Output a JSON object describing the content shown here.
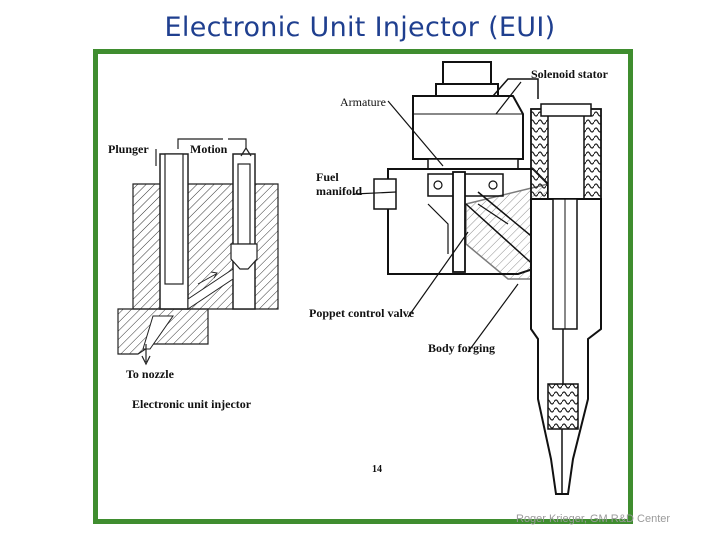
{
  "slide": {
    "title": "Electronic Unit Injector (EUI)",
    "credit": "Roger Krieger, GM R&D Center",
    "frame_color": "#3f8d2f",
    "title_color": "#1f3f8f"
  },
  "figure": {
    "labels": {
      "solenoid_stator": "Solenoid stator",
      "armature": "Armature",
      "plunger": "Plunger",
      "motion": "Motion",
      "fuel_manifold_line1": "Fuel",
      "fuel_manifold_line2": "manifold",
      "poppet_control_valve": "Poppet control valve",
      "body_forging": "Body forging",
      "to_nozzle": "To nozzle",
      "caption": "Electronic unit injector",
      "page_number": "14"
    }
  }
}
